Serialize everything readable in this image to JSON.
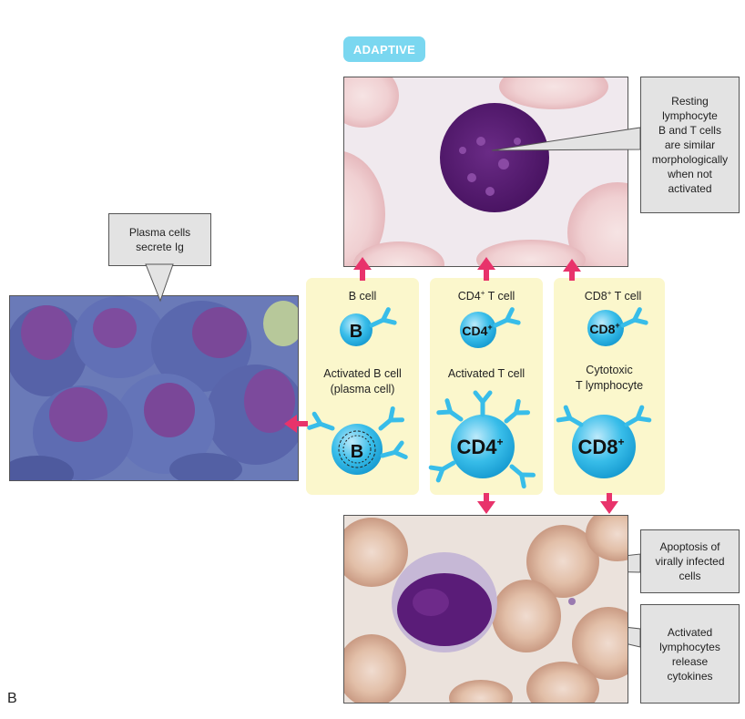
{
  "header": {
    "badge": "ADAPTIVE"
  },
  "panels": {
    "b_cell": {
      "top_label": "B cell",
      "top_symbol": "B",
      "bottom_label_1": "Activated B cell",
      "bottom_label_2": "(plasma cell)",
      "bottom_symbol": "B"
    },
    "cd4": {
      "top_label": "CD4",
      "top_sup": "+",
      "top_label_suffix": " T cell",
      "top_symbol": "CD4",
      "top_symbol_sup": "+",
      "bottom_label": "Activated T cell",
      "bottom_symbol": "CD4",
      "bottom_symbol_sup": "+"
    },
    "cd8": {
      "top_label": "CD8",
      "top_sup": "+",
      "top_label_suffix": " T cell",
      "top_symbol": "CD8",
      "top_symbol_sup": "+",
      "bottom_label_1": "Cytotoxic",
      "bottom_label_2": "T lymphocyte",
      "bottom_symbol": "CD8",
      "bottom_symbol_sup": "+"
    }
  },
  "callouts": {
    "resting": [
      "Resting",
      "lymphocyte",
      "B and T cells",
      "are similar",
      "morphologically",
      "when not",
      "activated"
    ],
    "plasma": [
      "Plasma cells",
      "secrete Ig"
    ],
    "apoptosis": [
      "Apoptosis of",
      "virally infected",
      "cells"
    ],
    "cytokines": [
      "Activated",
      "lymphocytes",
      "release",
      "cytokines"
    ]
  },
  "figure_letter": "B",
  "colors": {
    "badge": "#7ad7f0",
    "panel": "#fbf7cc",
    "cell_blue": "#2fb6e6",
    "arrow": "#e8336b",
    "callout": "#e3e3e3"
  }
}
